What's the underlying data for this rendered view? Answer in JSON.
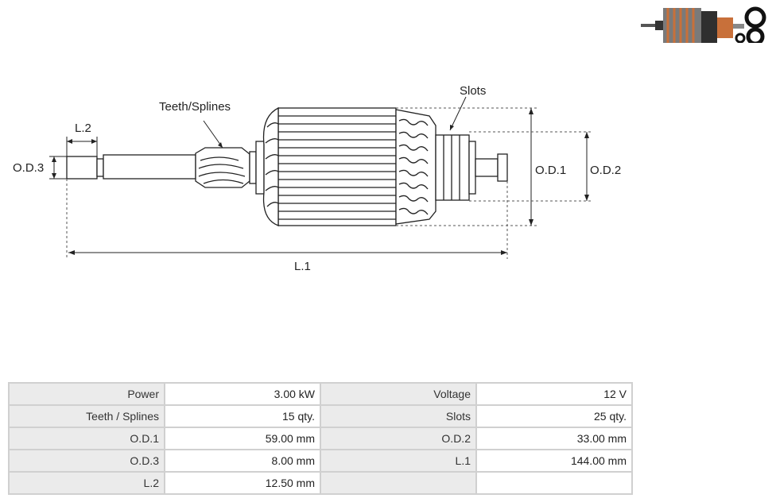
{
  "diagram": {
    "labels": {
      "teeth_splines": "Teeth/Splines",
      "slots": "Slots",
      "l2": "L.2",
      "od3": "O.D.3",
      "od1": "O.D.1",
      "od2": "O.D.2",
      "l1": "L.1"
    }
  },
  "specs": {
    "rows": [
      {
        "label_a": "Power",
        "value_a": "3.00 kW",
        "label_b": "Voltage",
        "value_b": "12 V"
      },
      {
        "label_a": "Teeth / Splines",
        "value_a": "15 qty.",
        "label_b": "Slots",
        "value_b": "25 qty."
      },
      {
        "label_a": "O.D.1",
        "value_a": "59.00 mm",
        "label_b": "O.D.2",
        "value_b": "33.00 mm"
      },
      {
        "label_a": "O.D.3",
        "value_a": "8.00 mm",
        "label_b": "L.1",
        "value_b": "144.00 mm"
      },
      {
        "label_a": "L.2",
        "value_a": "12.50 mm",
        "label_b": "",
        "value_b": ""
      }
    ]
  },
  "colors": {
    "copper": "#c8703a",
    "steel": "#8a8a8a",
    "dark": "#222222"
  }
}
